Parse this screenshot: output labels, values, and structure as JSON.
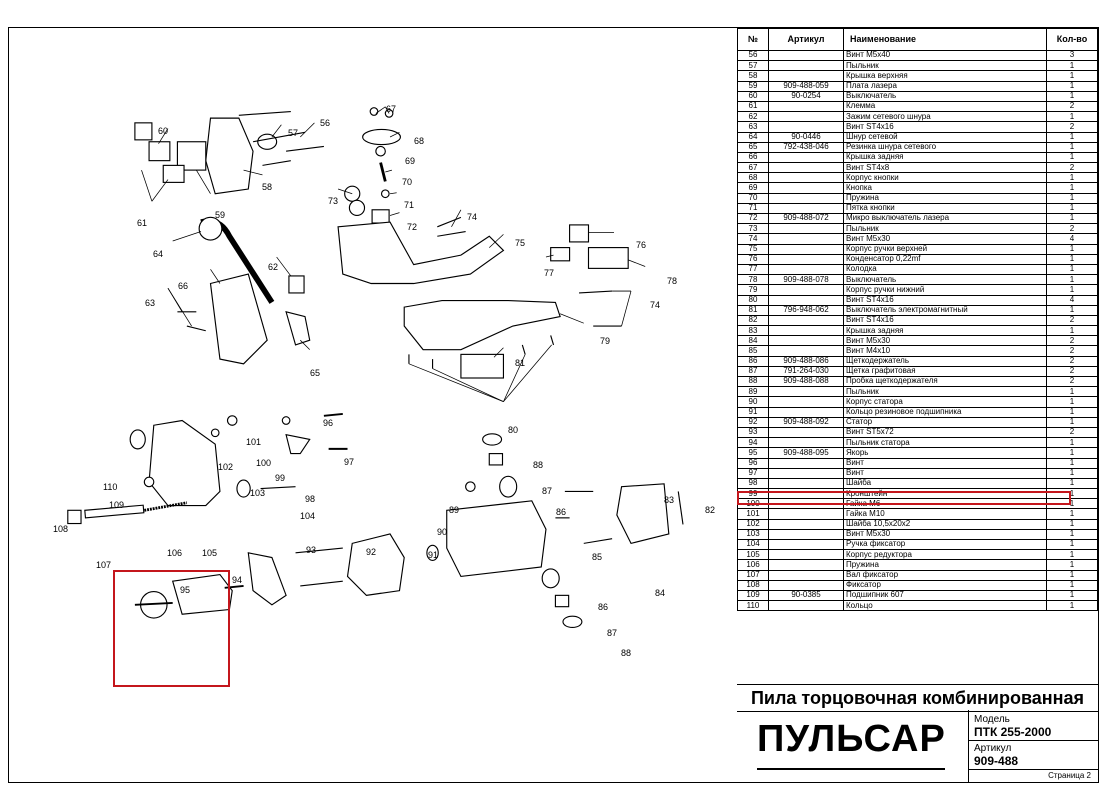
{
  "table": {
    "headers": {
      "num": "№",
      "article": "Артикул",
      "name": "Наименование",
      "qty": "Кол-во"
    },
    "rows": [
      {
        "num": "56",
        "article": "",
        "name": "Винт М5x40",
        "qty": "3"
      },
      {
        "num": "57",
        "article": "",
        "name": "Пыльник",
        "qty": "1"
      },
      {
        "num": "58",
        "article": "",
        "name": "Крышка верхняя",
        "qty": "1"
      },
      {
        "num": "59",
        "article": "909-488-059",
        "name": "Плата лазера",
        "qty": "1"
      },
      {
        "num": "60",
        "article": "90-0254",
        "name": "Выключатель",
        "qty": "1"
      },
      {
        "num": "61",
        "article": "",
        "name": "Клемма",
        "qty": "2"
      },
      {
        "num": "62",
        "article": "",
        "name": "Зажим сетевого шнура",
        "qty": "1"
      },
      {
        "num": "63",
        "article": "",
        "name": "Винт ST4x16",
        "qty": "2"
      },
      {
        "num": "64",
        "article": "90-0446",
        "name": "Шнур сетевой",
        "qty": "1"
      },
      {
        "num": "65",
        "article": "792-438-046",
        "name": "Резинка шнура сетевого",
        "qty": "1"
      },
      {
        "num": "66",
        "article": "",
        "name": "Крышка задняя",
        "qty": "1"
      },
      {
        "num": "67",
        "article": "",
        "name": "Винт ST4x8",
        "qty": "2"
      },
      {
        "num": "68",
        "article": "",
        "name": "Корпус кнопки",
        "qty": "1"
      },
      {
        "num": "69",
        "article": "",
        "name": "Кнопка",
        "qty": "1"
      },
      {
        "num": "70",
        "article": "",
        "name": "Пружина",
        "qty": "1"
      },
      {
        "num": "71",
        "article": "",
        "name": "Пятка кнопки",
        "qty": "1"
      },
      {
        "num": "72",
        "article": "909-488-072",
        "name": "Микро выключатель лазера",
        "qty": "1"
      },
      {
        "num": "73",
        "article": "",
        "name": "Пыльник",
        "qty": "2"
      },
      {
        "num": "74",
        "article": "",
        "name": "Винт М5x30",
        "qty": "4"
      },
      {
        "num": "75",
        "article": "",
        "name": "Корпус ручки верхней",
        "qty": "1"
      },
      {
        "num": "76",
        "article": "",
        "name": "Конденсатор 0,22mf",
        "qty": "1"
      },
      {
        "num": "77",
        "article": "",
        "name": "Колодка",
        "qty": "1"
      },
      {
        "num": "78",
        "article": "909-488-078",
        "name": "Выключатель",
        "qty": "1"
      },
      {
        "num": "79",
        "article": "",
        "name": "Корпус ручки нижний",
        "qty": "1"
      },
      {
        "num": "80",
        "article": "",
        "name": "Винт ST4x16",
        "qty": "4"
      },
      {
        "num": "81",
        "article": "796-948-062",
        "name": "Выключатель электромагнитный",
        "qty": "1"
      },
      {
        "num": "82",
        "article": "",
        "name": "Винт ST4x16",
        "qty": "2"
      },
      {
        "num": "83",
        "article": "",
        "name": "Крышка задняя",
        "qty": "1"
      },
      {
        "num": "84",
        "article": "",
        "name": "Винт М5x30",
        "qty": "2"
      },
      {
        "num": "85",
        "article": "",
        "name": "Винт М4x10",
        "qty": "2"
      },
      {
        "num": "86",
        "article": "909-488-086",
        "name": "Щеткодержатель",
        "qty": "2"
      },
      {
        "num": "87",
        "article": "791-264-030",
        "name": "Щетка графитовая",
        "qty": "2"
      },
      {
        "num": "88",
        "article": "909-488-088",
        "name": "Пробка щеткодержателя",
        "qty": "2"
      },
      {
        "num": "89",
        "article": "",
        "name": "Пыльник",
        "qty": "1"
      },
      {
        "num": "90",
        "article": "",
        "name": "Корпус статора",
        "qty": "1"
      },
      {
        "num": "91",
        "article": "",
        "name": "Кольцо резиновое подшипника",
        "qty": "1"
      },
      {
        "num": "92",
        "article": "909-488-092",
        "name": "Статор",
        "qty": "1"
      },
      {
        "num": "93",
        "article": "",
        "name": "Винт ST5x72",
        "qty": "2"
      },
      {
        "num": "94",
        "article": "",
        "name": "Пыльник статора",
        "qty": "1"
      },
      {
        "num": "95",
        "article": "909-488-095",
        "name": "Якорь",
        "qty": "1"
      },
      {
        "num": "96",
        "article": "",
        "name": "Винт",
        "qty": "1"
      },
      {
        "num": "97",
        "article": "",
        "name": "Винт",
        "qty": "1"
      },
      {
        "num": "98",
        "article": "",
        "name": "Шайба",
        "qty": "1"
      },
      {
        "num": "99",
        "article": "",
        "name": "Кронштейн",
        "qty": "1"
      },
      {
        "num": "100",
        "article": "",
        "name": "Гайка М6",
        "qty": "1"
      },
      {
        "num": "101",
        "article": "",
        "name": "Гайка М10",
        "qty": "1"
      },
      {
        "num": "102",
        "article": "",
        "name": "Шайба 10,5x20x2",
        "qty": "1"
      },
      {
        "num": "103",
        "article": "",
        "name": "Винт М5x30",
        "qty": "1"
      },
      {
        "num": "104",
        "article": "",
        "name": "Ручка фиксатор",
        "qty": "1"
      },
      {
        "num": "105",
        "article": "",
        "name": "Корпус редуктора",
        "qty": "1"
      },
      {
        "num": "106",
        "article": "",
        "name": "Пружина",
        "qty": "1"
      },
      {
        "num": "107",
        "article": "",
        "name": "Вал фиксатор",
        "qty": "1"
      },
      {
        "num": "108",
        "article": "",
        "name": "Фиксатор",
        "qty": "1"
      },
      {
        "num": "109",
        "article": "90-0385",
        "name": "Подшипник 607",
        "qty": "1"
      },
      {
        "num": "110",
        "article": "",
        "name": "Кольцо",
        "qty": "1"
      }
    ]
  },
  "title_block": {
    "product": "Пила торцовочная комбинированная",
    "logo": "ПУЛЬСАР",
    "model_label": "Модель",
    "model_value": "ПТК 255-2000",
    "article_label": "Артикул",
    "article_value": "909-488",
    "page": "Страница 2"
  },
  "callouts": [
    "56",
    "57",
    "58",
    "59",
    "60",
    "61",
    "62",
    "63",
    "64",
    "65",
    "66",
    "67",
    "68",
    "69",
    "70",
    "71",
    "72",
    "73",
    "74",
    "74",
    "75",
    "76",
    "77",
    "78",
    "79",
    "80",
    "81",
    "82",
    "83",
    "84",
    "85",
    "86",
    "86",
    "87",
    "87",
    "88",
    "88",
    "89",
    "90",
    "91",
    "92",
    "93",
    "94",
    "95",
    "96",
    "97",
    "98",
    "99",
    "100",
    "101",
    "102",
    "103",
    "104",
    "105",
    "106",
    "107",
    "108",
    "109",
    "110"
  ],
  "highlight_color": "#c4161c"
}
